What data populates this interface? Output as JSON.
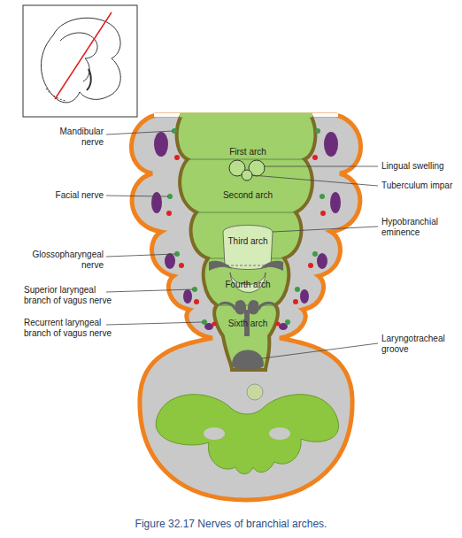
{
  "diagram": {
    "caption": "Figure 32.17 Nerves of branchial arches.",
    "labels": [
      "Mandibular nerve",
      "Facial nerve",
      "Glossopharyngeal nerve",
      "Superior laryngeal branch of vagus nerve",
      "Recurrent laryngeal branch of vagus nerve",
      "First arch",
      "Second arch",
      "Third arch",
      "Fourth arch",
      "Sixth arch",
      "Lingual swelling",
      "Tuberculum impar",
      "Hypobranchial eminence",
      "Laryngotracheal groove"
    ]
  }
}
